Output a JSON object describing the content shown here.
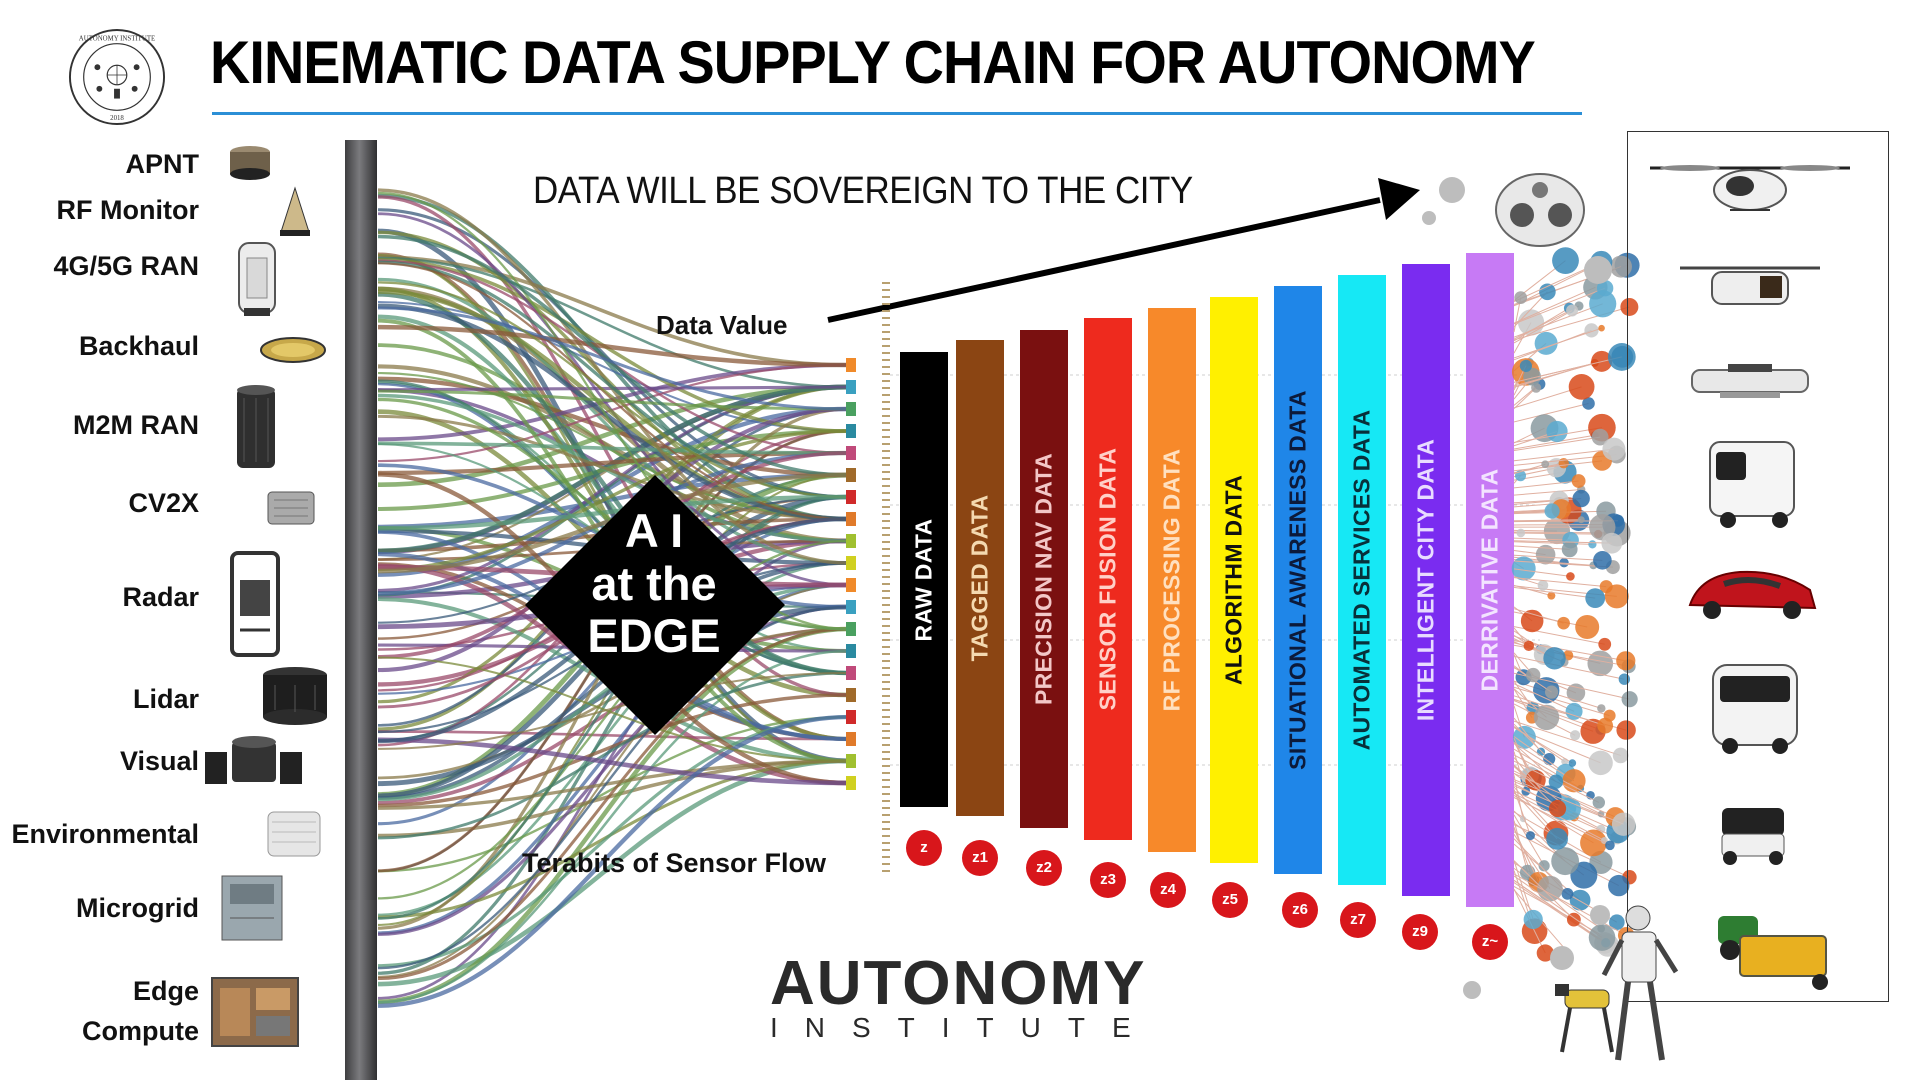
{
  "title": "KINEMATIC DATA SUPPLY CHAIN FOR AUTONOMY",
  "sovereign_text": "DATA WILL BE SOVEREIGN TO THE CITY",
  "data_value_label": "Data Value",
  "terabits_label": "Terabits of Sensor Flow",
  "ai_label": {
    "line1": "A I",
    "line2": "at the",
    "line3": "EDGE"
  },
  "seal": {
    "top_text": "AUTONOMY INSTITUTE",
    "year": "2018"
  },
  "sensors": [
    {
      "label": "APNT",
      "icon": "apnt-antenna-icon"
    },
    {
      "label": "RF Monitor",
      "icon": "rf-monitor-icon"
    },
    {
      "label": "4G/5G RAN",
      "icon": "ran-radio-icon"
    },
    {
      "label": "Backhaul",
      "icon": "backhaul-dish-icon"
    },
    {
      "label": "M2M RAN",
      "icon": "m2m-ran-icon"
    },
    {
      "label": "CV2X",
      "icon": "cv2x-unit-icon"
    },
    {
      "label": "Radar",
      "icon": "radar-unit-icon"
    },
    {
      "label": "Lidar",
      "icon": "lidar-unit-icon"
    },
    {
      "label": "Visual",
      "icon": "camera-array-icon"
    },
    {
      "label": "Environmental",
      "icon": "environmental-sensor-icon"
    },
    {
      "label": "Microgrid",
      "icon": "microgrid-box-icon"
    },
    {
      "label": "Edge",
      "icon": "edge-compute-icon"
    },
    {
      "label": "Compute",
      "icon": "edge-compute-icon"
    }
  ],
  "data_layers": [
    {
      "label": "RAW DATA",
      "color": "#000000",
      "text_color": "#ffffff",
      "z": "z"
    },
    {
      "label": "TAGGED DATA",
      "color": "#8b4513",
      "text_color": "#f4d9b0",
      "z": "z1"
    },
    {
      "label": "PRECISION NAV DATA",
      "color": "#7a1010",
      "text_color": "#f3c7c7",
      "z": "z2"
    },
    {
      "label": "SENSOR FUSION DATA",
      "color": "#ee2a1e",
      "text_color": "#ffd0c8",
      "z": "z3"
    },
    {
      "label": "RF PROCESSING DATA",
      "color": "#f7892a",
      "text_color": "#ffe0c0",
      "z": "z4"
    },
    {
      "label": "ALGORITHM DATA",
      "color": "#fff000",
      "text_color": "#111111",
      "z": "z5"
    },
    {
      "label": "SITUATIONAL AWARENESS DATA",
      "color": "#1f86e8",
      "text_color": "#0c1a3a",
      "z": "z6"
    },
    {
      "label": "AUTOMATED SERVICES DATA",
      "color": "#16e8f5",
      "text_color": "#08303a",
      "z": "z7"
    },
    {
      "label": "INTELLIGENT CITY DATA",
      "color": "#7a2cf0",
      "text_color": "#e8dcff",
      "z": "z9"
    },
    {
      "label": "DERRIVATIVE DATA",
      "color": "#c77af5",
      "text_color": "#f3e4ff",
      "z": "z~"
    }
  ],
  "vehicles": [
    {
      "icon": "air-taxi-icon"
    },
    {
      "icon": "delivery-drone-icon"
    },
    {
      "icon": "flat-drone-icon"
    },
    {
      "icon": "autonomous-truck-icon"
    },
    {
      "icon": "sports-car-icon"
    },
    {
      "icon": "shuttle-bus-icon"
    },
    {
      "icon": "delivery-robot-icon"
    },
    {
      "icon": "robot-mower-icon"
    }
  ],
  "robots": [
    {
      "icon": "robot-dog-icon"
    },
    {
      "icon": "humanoid-robot-icon"
    }
  ],
  "logo": {
    "main": "AUTONOMY",
    "sub": "INSTITUTE"
  }
}
